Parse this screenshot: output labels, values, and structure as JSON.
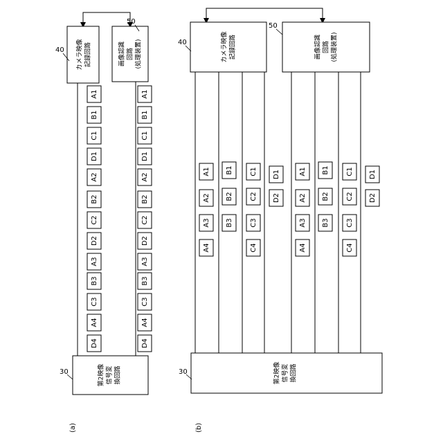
{
  "panel_a": {
    "caption": "(a)",
    "camera_ref": "40",
    "recog_ref": "50",
    "converter_ref": "30",
    "camera_lines": [
      "カメラ映像",
      "記録回路"
    ],
    "recog_lines": [
      "画像認識",
      "回路",
      "(処理装置)"
    ],
    "converter_lines": [
      "第2映像",
      "信号変",
      "換回路"
    ],
    "camera_frames": [
      "A1",
      "B1",
      "C1",
      "D1",
      "A2",
      "B2",
      "C2",
      "D2",
      "A3",
      "B3",
      "C3",
      "A4",
      "D4"
    ],
    "recog_frames": [
      "A1",
      "B1",
      "C1",
      "D1",
      "A2",
      "B2",
      "C2",
      "D2",
      "A3",
      "B3",
      "C3",
      "A4",
      "D4"
    ]
  },
  "panel_b": {
    "caption": "(b)",
    "camera_ref": "40",
    "recog_ref": "50",
    "converter_ref": "30",
    "camera_lines": [
      "カメラ映像",
      "記録回路"
    ],
    "recog_lines": [
      "画像認識",
      "回路",
      "(処理装置)"
    ],
    "converter_lines": [
      "第2映像",
      "信号変",
      "換回路"
    ],
    "camera_columns": [
      [
        "A1",
        "A2",
        "A3",
        "A4"
      ],
      [
        "B1",
        "B2",
        "B3"
      ],
      [
        "C1",
        "C2",
        "C3",
        "C4"
      ],
      [
        "D1",
        "D2"
      ]
    ],
    "recog_columns": [
      [
        "A1",
        "A2",
        "A3",
        "A4"
      ],
      [
        "B1",
        "B2",
        "B3"
      ],
      [
        "C1",
        "C2",
        "C3",
        "C4"
      ],
      [
        "D1",
        "D2"
      ]
    ]
  }
}
